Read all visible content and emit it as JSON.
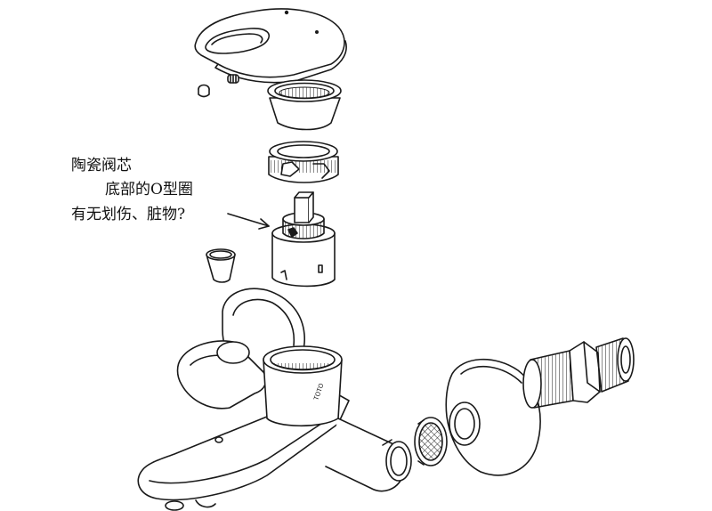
{
  "annotation": {
    "line1": "陶瓷阀芯",
    "line2": "底部的O型圈",
    "line3": "有无划伤、脏物?"
  },
  "brand_mark": "TOTO",
  "colors": {
    "line": "#1a1a1a",
    "fill": "#ffffff",
    "shade": "#e6e6e6"
  }
}
